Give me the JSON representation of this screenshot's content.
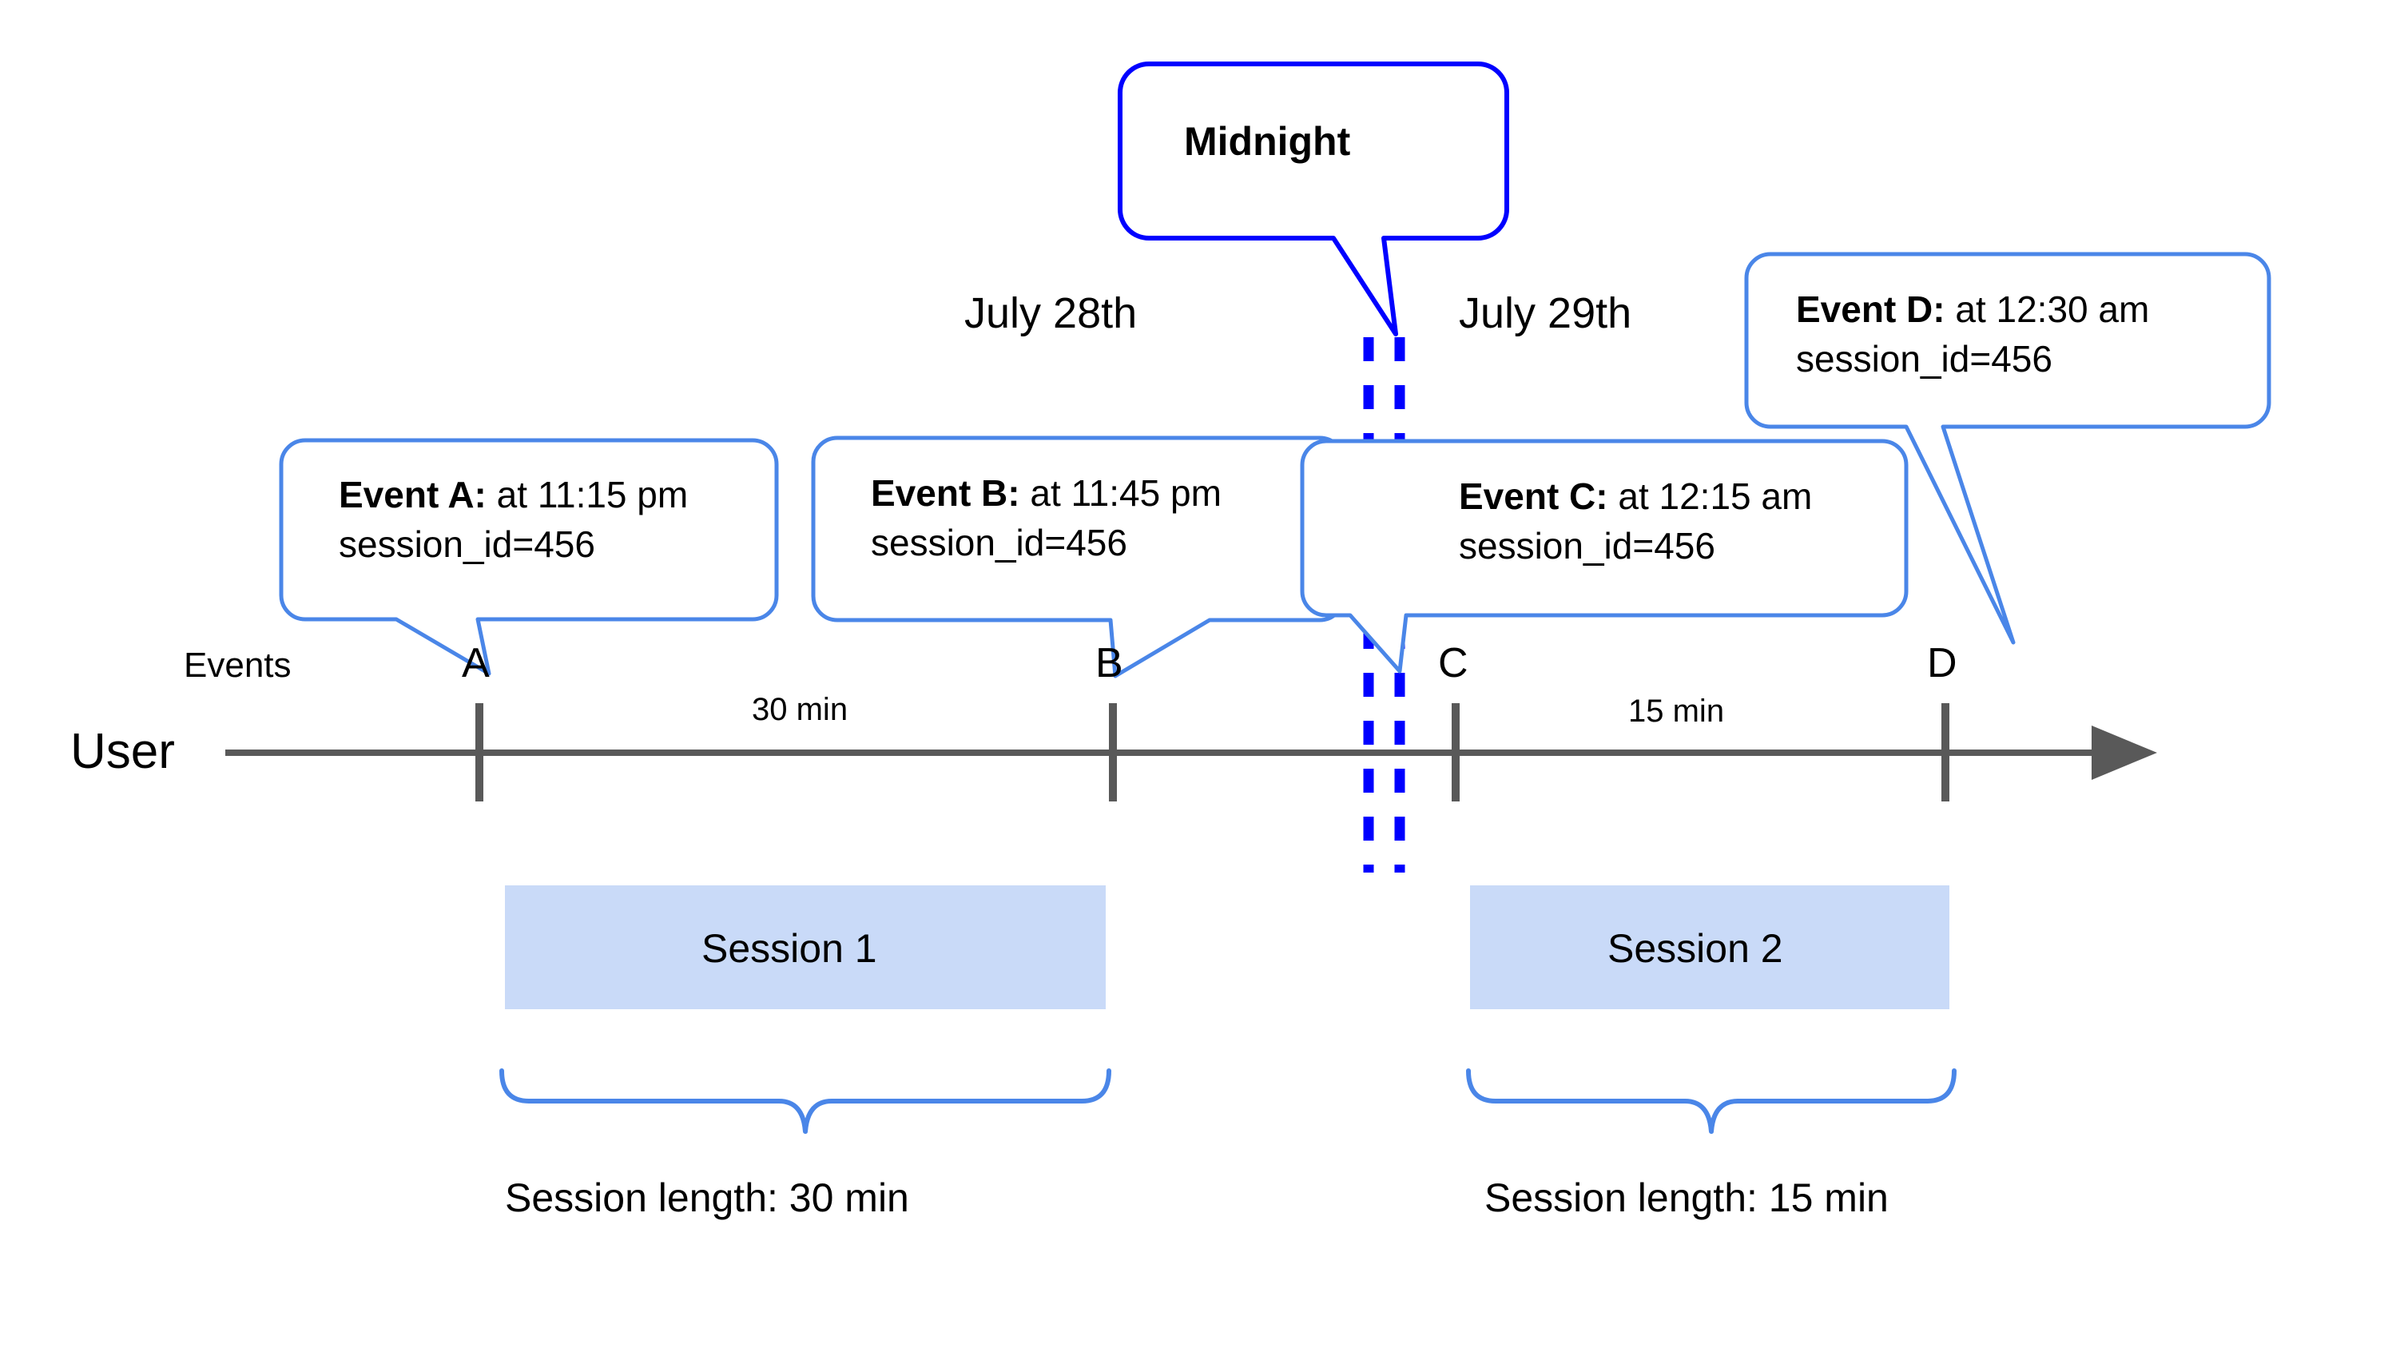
{
  "diagram": {
    "title_text": "",
    "colors": {
      "callout_border": "#4A86E8",
      "midnight_border": "#0000FF",
      "midnight_dashes": "#0000FF",
      "session_fill": "#C9DAF8",
      "axis": "#595959",
      "brace": "#4A86E8",
      "text": "#000000",
      "background": "#FFFFFF"
    },
    "midnight_callout": {
      "label": "Midnight"
    },
    "dates": [
      {
        "label": "July 28th"
      },
      {
        "label": "July 29th"
      }
    ],
    "row_labels": {
      "events": "Events",
      "user": "User"
    },
    "events": [
      {
        "marker": "A",
        "title": "Event A:",
        "time": " at 11:15 pm",
        "session_id": "session_id=456"
      },
      {
        "marker": "B",
        "title": "Event B:",
        "time": " at 11:45 pm",
        "session_id": "session_id=456"
      },
      {
        "marker": "C",
        "title": "Event C:",
        "time": " at 12:15 am",
        "session_id": "session_id=456"
      },
      {
        "marker": "D",
        "title": "Event D:",
        "time": " at 12:30 am",
        "session_id": "session_id=456"
      }
    ],
    "durations": [
      {
        "label": "30 min"
      },
      {
        "label": "15 min"
      }
    ],
    "sessions": [
      {
        "label": "Session 1",
        "length_label": "Session length: 30 min"
      },
      {
        "label": "Session 2",
        "length_label": "Session length: 15 min"
      }
    ]
  }
}
